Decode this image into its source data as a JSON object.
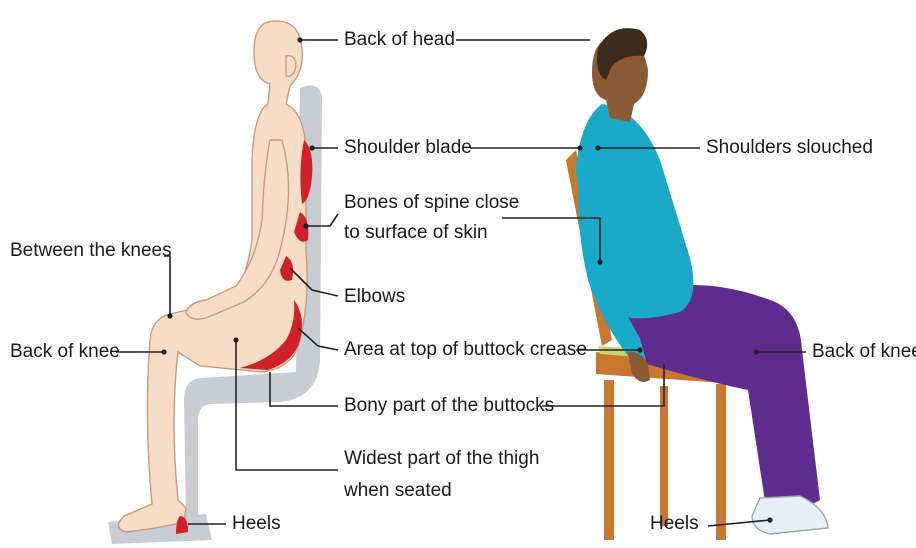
{
  "labels": {
    "back_of_head": "Back of head",
    "shoulder_blade": "Shoulder blade",
    "spine_line1": "Bones of spine close",
    "spine_line2": "to surface of skin",
    "between_knees": "Between the knees",
    "elbows": "Elbows",
    "back_of_knee_left": "Back of knee",
    "buttock_crease": "Area at top of buttock crease",
    "bony_buttocks": "Bony part of the buttocks",
    "thigh_line1": "Widest part of the thigh",
    "thigh_line2": "when seated",
    "heels_left": "Heels",
    "shoulders_slouched": "Shoulders slouched",
    "back_of_knee_right": "Back of knee",
    "heels_right": "Heels"
  },
  "colors": {
    "skin_left": "#f7dcc6",
    "skin_outline": "#c79a7e",
    "pressure": "#d0202a",
    "chair_left": "#c8ccd3",
    "skin_right": "#8a5a34",
    "hair": "#3b2b1d",
    "shirt": "#1aa9c8",
    "trousers": "#5d2c8c",
    "chair_wood": "#c9772e",
    "cushion": "#c8d56a",
    "shoe": "#e8eef5"
  }
}
